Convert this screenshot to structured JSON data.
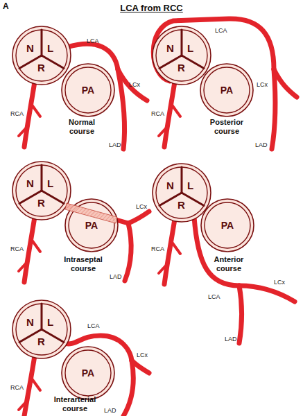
{
  "diagram": {
    "title": "LCA from RCC",
    "nodes": [
      {
        "text": [
          "N",
          "L",
          "R"
        ]
      },
      {
        "text": [
          "PA"
        ]
      },
      {
        "text": [
          "N",
          "L",
          "R"
        ]
      },
      {
        "text": [
          "PA"
        ]
      },
      {
        "text": [
          "N",
          "L",
          "R"
        ]
      },
      {
        "text": [
          "PA"
        ]
      },
      {
        "text": [
          "N",
          "L",
          "R"
        ]
      },
      {
        "text": [
          "PA"
        ]
      },
      {
        "text": [
          "N",
          "L",
          "R"
        ]
      },
      {
        "text": [
          "PA"
        ]
      }
    ],
    "labels": [
      "A",
      "LCA",
      "LCx",
      "RCA",
      "LAD",
      "Normal course",
      "LCA",
      "LCx",
      "RCA",
      "LAD",
      "Posterior course",
      "RCA",
      "LCx",
      "LAD",
      "Intraseptal course",
      "RCA",
      "LCA",
      "LCx",
      "LAD",
      "Anterior course",
      "LCA",
      "RCA",
      "LCx",
      "LAD",
      "Interarterial course"
    ]
  }
}
